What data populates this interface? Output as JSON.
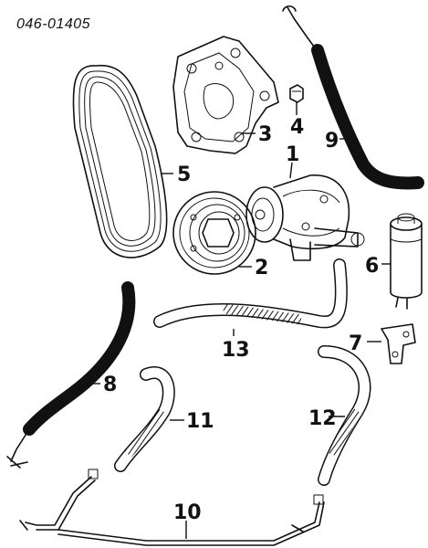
{
  "reference_code": "046-01405",
  "callouts": [
    "1",
    "2",
    "3",
    "4",
    "5",
    "6",
    "7",
    "8",
    "9",
    "10",
    "11",
    "12",
    "13"
  ]
}
